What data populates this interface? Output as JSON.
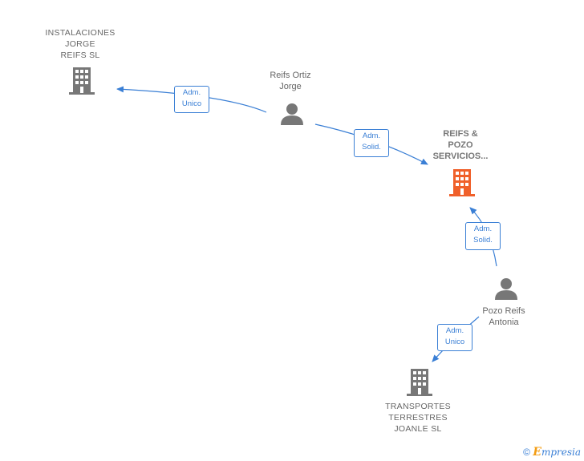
{
  "nodes": {
    "instalaciones": {
      "label": "INSTALACIONES\nJORGE\nREIFS  SL",
      "type": "company",
      "color": "#777777"
    },
    "reifs_ortiz": {
      "label": "Reifs Ortiz\nJorge",
      "type": "person",
      "color": "#777777"
    },
    "reifs_pozo": {
      "label": "REIFS &\nPOZO\nSERVICIOS...",
      "type": "company",
      "color": "#f0602a"
    },
    "pozo_reifs": {
      "label": "Pozo Reifs\nAntonia",
      "type": "person",
      "color": "#777777"
    },
    "transportes": {
      "label": "TRANSPORTES\nTERRESTRES\nJOANLE  SL",
      "type": "company",
      "color": "#777777"
    }
  },
  "edges": {
    "e1": {
      "label": "Adm.\nUnico",
      "from": "reifs_ortiz",
      "to": "instalaciones"
    },
    "e2": {
      "label": "Adm.\nSolid.",
      "from": "reifs_ortiz",
      "to": "reifs_pozo"
    },
    "e3": {
      "label": "Adm.\nSolid.",
      "from": "pozo_reifs",
      "to": "reifs_pozo"
    },
    "e4": {
      "label": "Adm.\nUnico",
      "from": "pozo_reifs",
      "to": "transportes"
    }
  },
  "footer": {
    "copyright": "©",
    "brand_e": "E",
    "brand_rest": "mpresia"
  },
  "colors": {
    "edge": "#3a7fd5",
    "node": "#777777",
    "highlight": "#f0602a"
  }
}
